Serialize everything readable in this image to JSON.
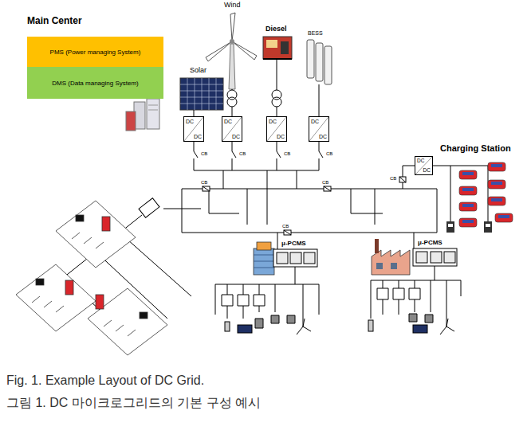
{
  "diagram": {
    "caption": "Fig. 1. Example Layout of DC Grid.",
    "nodes": [
      {
        "text": [
          "PMS (Power managing System)"
        ]
      },
      {
        "text": [
          "DMS (Data managing System)"
        ]
      },
      {
        "text": [
          "DC",
          "DC"
        ]
      },
      {
        "text": [
          "DC",
          "DC"
        ]
      },
      {
        "text": [
          "DC",
          "DC"
        ]
      },
      {
        "text": [
          "DC",
          "DC"
        ]
      },
      {
        "text": [
          "DC",
          "DC"
        ]
      }
    ],
    "labels": [
      "Main Center",
      "Solar",
      "Wind",
      "Diesel",
      "BESS",
      "CB",
      "CB",
      "CB",
      "CB",
      "CB",
      "CB",
      "CB",
      "CB",
      "Charging Station",
      "μ-PCMS",
      "μ-PCMS",
      "그림 1. DC 마이크로그리드의 기본 구성 예시"
    ]
  }
}
